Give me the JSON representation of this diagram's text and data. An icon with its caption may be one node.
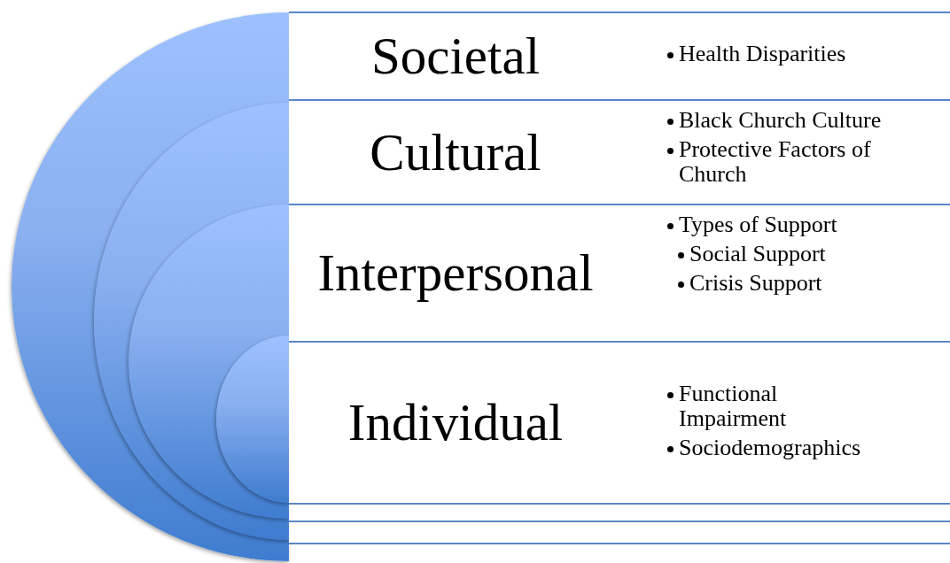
{
  "diagram": {
    "nodes": [
      {
        "text": [],
        "shape": "semicircle"
      },
      {
        "text": [],
        "shape": "semicircle",
        "in": 0
      },
      {
        "text": [],
        "shape": "semicircle",
        "in": 1
      },
      {
        "text": [],
        "shape": "semicircle",
        "in": 2
      },
      {
        "text": [
          "Societal",
          "Health Disparities"
        ]
      },
      {
        "text": [
          "Cultural",
          "Black Church Culture",
          "Protective Factors of Church"
        ]
      },
      {
        "text": [
          "Interpersonal",
          "Types of Support",
          "Social Support",
          "Crisis Support"
        ]
      },
      {
        "text": [
          "Individual",
          "Functional Impairment",
          "Sociodemographics"
        ]
      },
      {
        "text": [],
        "shape": "box"
      },
      {
        "text": [],
        "shape": "box"
      }
    ]
  }
}
